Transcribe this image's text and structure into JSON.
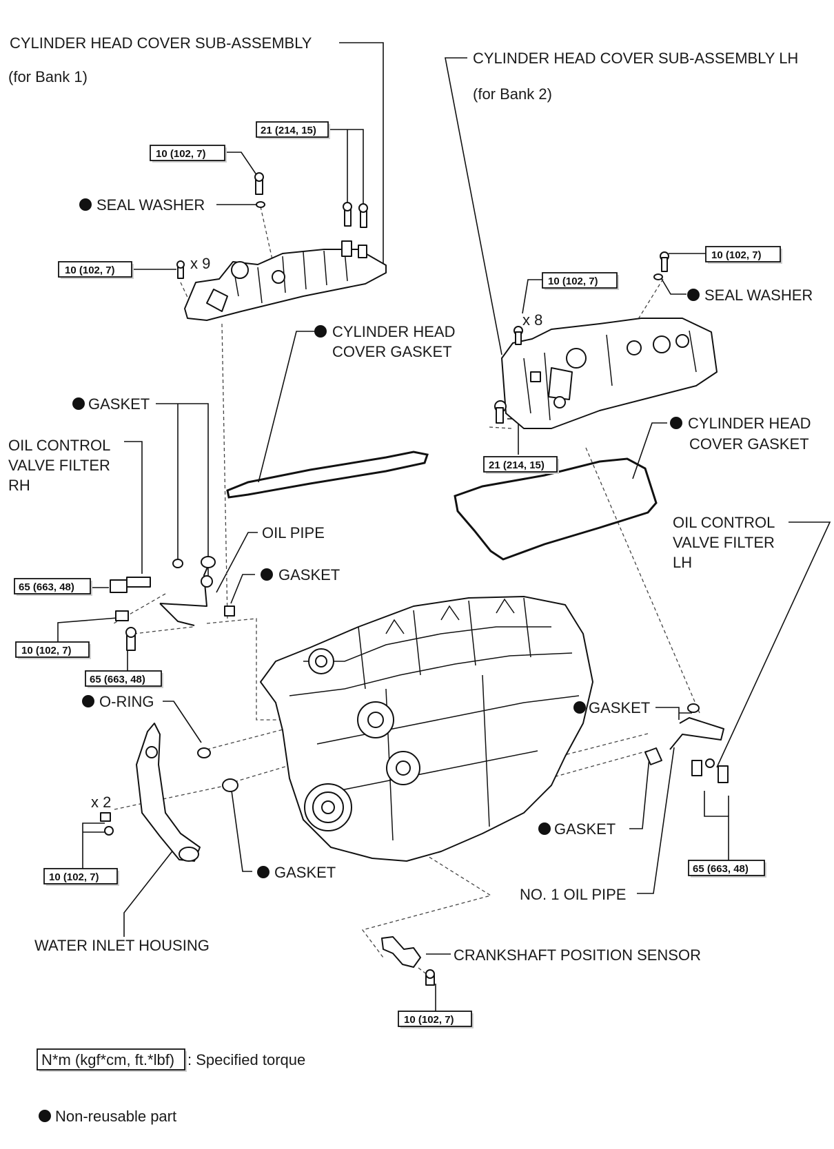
{
  "labels": {
    "head_cover_bank1": "CYLINDER HEAD COVER SUB-ASSEMBLY",
    "bank1": "(for Bank 1)",
    "head_cover_bank2": "CYLINDER HEAD COVER SUB-ASSEMBLY LH",
    "bank2": "(for Bank 2)",
    "seal_washer_left": "SEAL WASHER",
    "seal_washer_right": "SEAL WASHER",
    "x9": "x 9",
    "x8": "x 8",
    "x2": "x 2",
    "head_gasket_left_1": "CYLINDER HEAD",
    "head_gasket_left_2": "COVER GASKET",
    "head_gasket_right_1": "CYLINDER HEAD",
    "head_gasket_right_2": "COVER GASKET",
    "gasket_upper_left": "GASKET",
    "ocv_filter_rh_1": "OIL CONTROL",
    "ocv_filter_rh_2": "VALVE FILTER",
    "ocv_filter_rh_3": "RH",
    "oil_pipe": "OIL PIPE",
    "gasket_oil_pipe": "GASKET",
    "ocv_filter_lh_1": "OIL CONTROL",
    "ocv_filter_lh_2": "VALVE FILTER",
    "ocv_filter_lh_3": "LH",
    "o_ring": "O-RING",
    "gasket_right_mid": "GASKET",
    "gasket_right_low": "GASKET",
    "gasket_bottom": "GASKET",
    "water_inlet": "WATER INLET HOUSING",
    "no1_oil_pipe": "NO. 1 OIL PIPE",
    "crank_sensor": "CRANKSHAFT POSITION SENSOR",
    "legend_torque_box": "N*m (kgf*cm, ft.*lbf)",
    "legend_torque_text": ": Specified torque",
    "legend_nonreusable": "Non-reusable part"
  },
  "torques": {
    "t_21_left": "21 (214, 15)",
    "t_10_top_left": "10 (102, 7)",
    "t_10_left_x9": "10 (102, 7)",
    "t_10_right_top": "10 (102, 7)",
    "t_10_right_x8": "10 (102, 7)",
    "t_21_right": "21 (214, 15)",
    "t_65_left_upper": "65 (663, 48)",
    "t_10_left_mid": "10 (102, 7)",
    "t_65_left_lower": "65 (663, 48)",
    "t_10_water_inlet": "10 (102, 7)",
    "t_65_right": "65 (663, 48)",
    "t_10_sensor": "10 (102, 7)"
  }
}
